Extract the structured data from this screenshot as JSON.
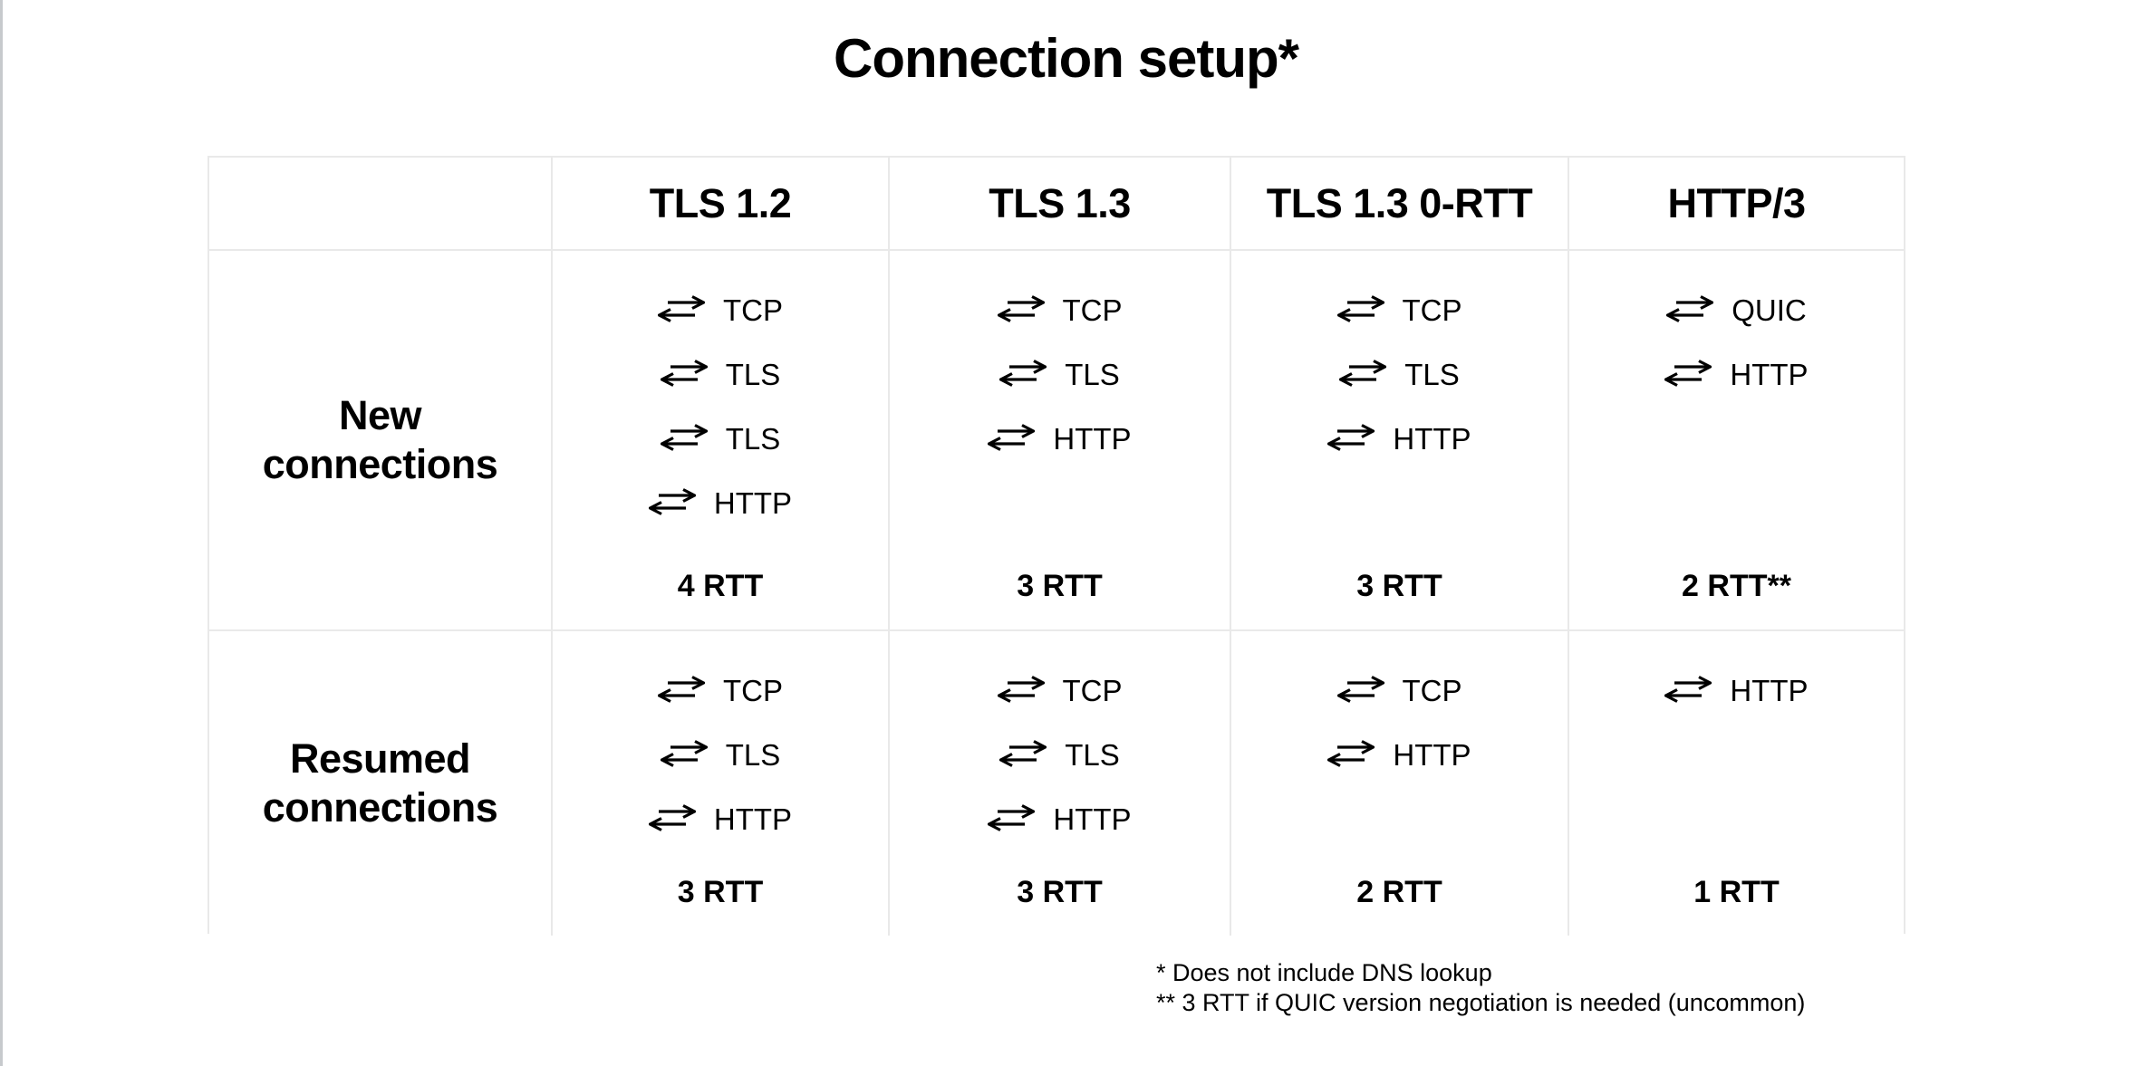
{
  "title": "Connection setup*",
  "table": {
    "column_headers": [
      "",
      "TLS 1.2",
      "TLS 1.3",
      "TLS 1.3 0-RTT",
      "HTTP/3"
    ],
    "rows": [
      {
        "label": "New connections",
        "cells": [
          {
            "steps": [
              "TCP",
              "TLS",
              "TLS",
              "HTTP"
            ],
            "rtt": "4 RTT"
          },
          {
            "steps": [
              "TCP",
              "TLS",
              "HTTP"
            ],
            "rtt": "3 RTT"
          },
          {
            "steps": [
              "TCP",
              "TLS",
              "HTTP"
            ],
            "rtt": "3 RTT"
          },
          {
            "steps": [
              "QUIC",
              "HTTP"
            ],
            "rtt": "2 RTT**"
          }
        ]
      },
      {
        "label": "Resumed connections",
        "cells": [
          {
            "steps": [
              "TCP",
              "TLS",
              "HTTP"
            ],
            "rtt": "3 RTT"
          },
          {
            "steps": [
              "TCP",
              "TLS",
              "HTTP"
            ],
            "rtt": "3 RTT"
          },
          {
            "steps": [
              "TCP",
              "HTTP"
            ],
            "rtt": "2 RTT"
          },
          {
            "steps": [
              "HTTP"
            ],
            "rtt": "1 RTT"
          }
        ]
      }
    ]
  },
  "footnotes": [
    "* Does not include DNS lookup",
    "** 3 RTT if QUIC version negotiation is needed (uncommon)"
  ],
  "icons": {
    "step_icon": "round-trip-arrows-icon"
  },
  "colors": {
    "text": "#000000",
    "grid_line": "#e9e9e9",
    "background": "#ffffff",
    "screen_edge_line": "#c7cacd"
  }
}
